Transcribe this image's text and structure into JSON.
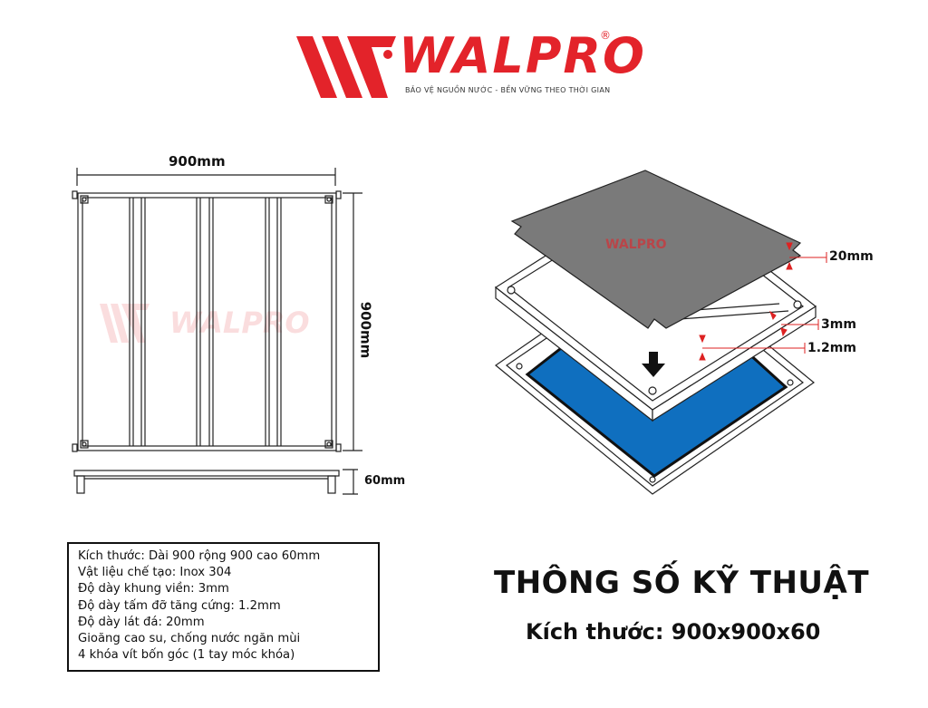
{
  "brand": {
    "name": "WALPRO",
    "registered": "®",
    "tagline": "BẢO VỆ NGUỒN NƯỚC - BỀN VỮNG THEO THỜI GIAN",
    "color": "#e3232a"
  },
  "drawing_2d": {
    "width_label": "900mm",
    "length_label": "900mm",
    "height_label": "60mm"
  },
  "drawing_3d": {
    "tile_thickness_label": "20mm",
    "frame_thickness_label": "3mm",
    "support_thickness_label": "1.2mm",
    "tile_color": "#7a7a7a",
    "gasket_color": "#0f6fbf"
  },
  "specs": [
    "Kích thước: Dài 900 rộng 900 cao 60mm",
    "Vật liệu chế tạo: Inox 304",
    "Độ dày khung viền: 3mm",
    "Độ dày tấm đỡ tăng cứng: 1.2mm",
    "Độ dày lát đá: 20mm",
    "Gioăng cao su, chống nước ngăn mùi",
    "4 khóa vít bốn góc (1 tay móc khóa)"
  ],
  "heading": {
    "title": "THÔNG SỐ KỸ THUẬT",
    "subtitle": "Kích thước: 900x900x60"
  }
}
